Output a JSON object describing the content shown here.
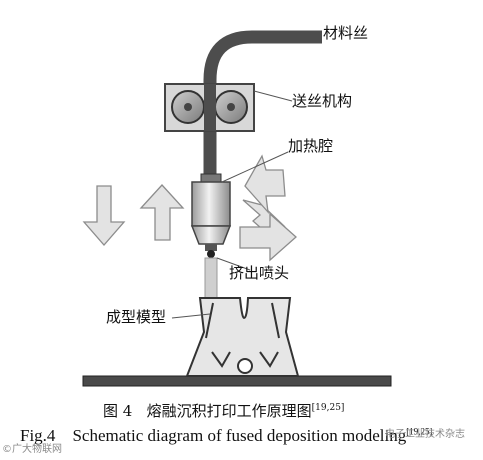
{
  "labels": {
    "filament": "材料丝",
    "feed_mechanism": "送丝机构",
    "heating_chamber": "加热腔",
    "nozzle": "挤出喷头",
    "model": "成型模型"
  },
  "caption": {
    "cn_label": "图 4",
    "cn_text": "熔融沉积打印工作原理图",
    "cn_ref": "[19,25]",
    "en_label": "Fig.4",
    "en_text": "Schematic diagram of fused deposition modeling",
    "en_ref": "[19,25]"
  },
  "watermark": {
    "left": "©广大物联网",
    "right": "电子工业技术杂志"
  },
  "colors": {
    "filament": "#4d4d4d",
    "arrow_fill": "#e3e3e3",
    "arrow_stroke": "#8c8c8c",
    "platform": "#4a4a4a",
    "model_fill": "#e6e6e6"
  }
}
